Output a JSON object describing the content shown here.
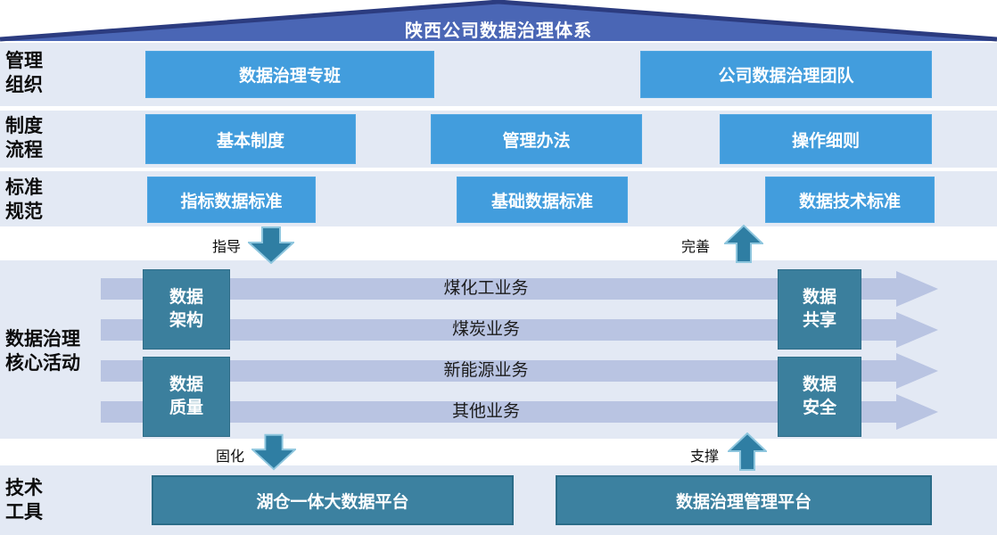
{
  "title": "陕西公司数据治理体系",
  "bands": {
    "org": {
      "label": "管理\n组织",
      "boxes": [
        "数据治理专班",
        "公司数据治理团队"
      ]
    },
    "policy": {
      "label": "制度\n流程",
      "boxes": [
        "基本制度",
        "管理办法",
        "操作细则"
      ]
    },
    "standard": {
      "label": "标准\n规范",
      "boxes": [
        "指标数据标准",
        "基础数据标准",
        "数据技术标准"
      ]
    },
    "core": {
      "label": "数据治理\n核心活动",
      "activity_boxes": [
        "数据\n架构",
        "数据\n质量",
        "数据\n共享",
        "数据\n安全"
      ],
      "streams": [
        "煤化工业务",
        "煤炭业务",
        "新能源业务",
        "其他业务"
      ]
    },
    "tools": {
      "label": "技术\n工具",
      "boxes": [
        "湖仓一体大数据平台",
        "数据治理管理平台"
      ]
    }
  },
  "connectors": {
    "guide": "指导",
    "refine": "完善",
    "solidify": "固化",
    "support": "支撑"
  },
  "colors": {
    "roof_fill": "#4a66b5",
    "roof_outline": "#2c3c80",
    "band_bg": "#e3e9f4",
    "blue_box": "#429ddd",
    "teal_box": "#3b7f9d",
    "platform_box": "#3c81a0",
    "stream_arrow": "#b9c4e2",
    "connector_arrow_fill": "#2f7ea3",
    "connector_arrow_stroke": "#8ec6de"
  }
}
